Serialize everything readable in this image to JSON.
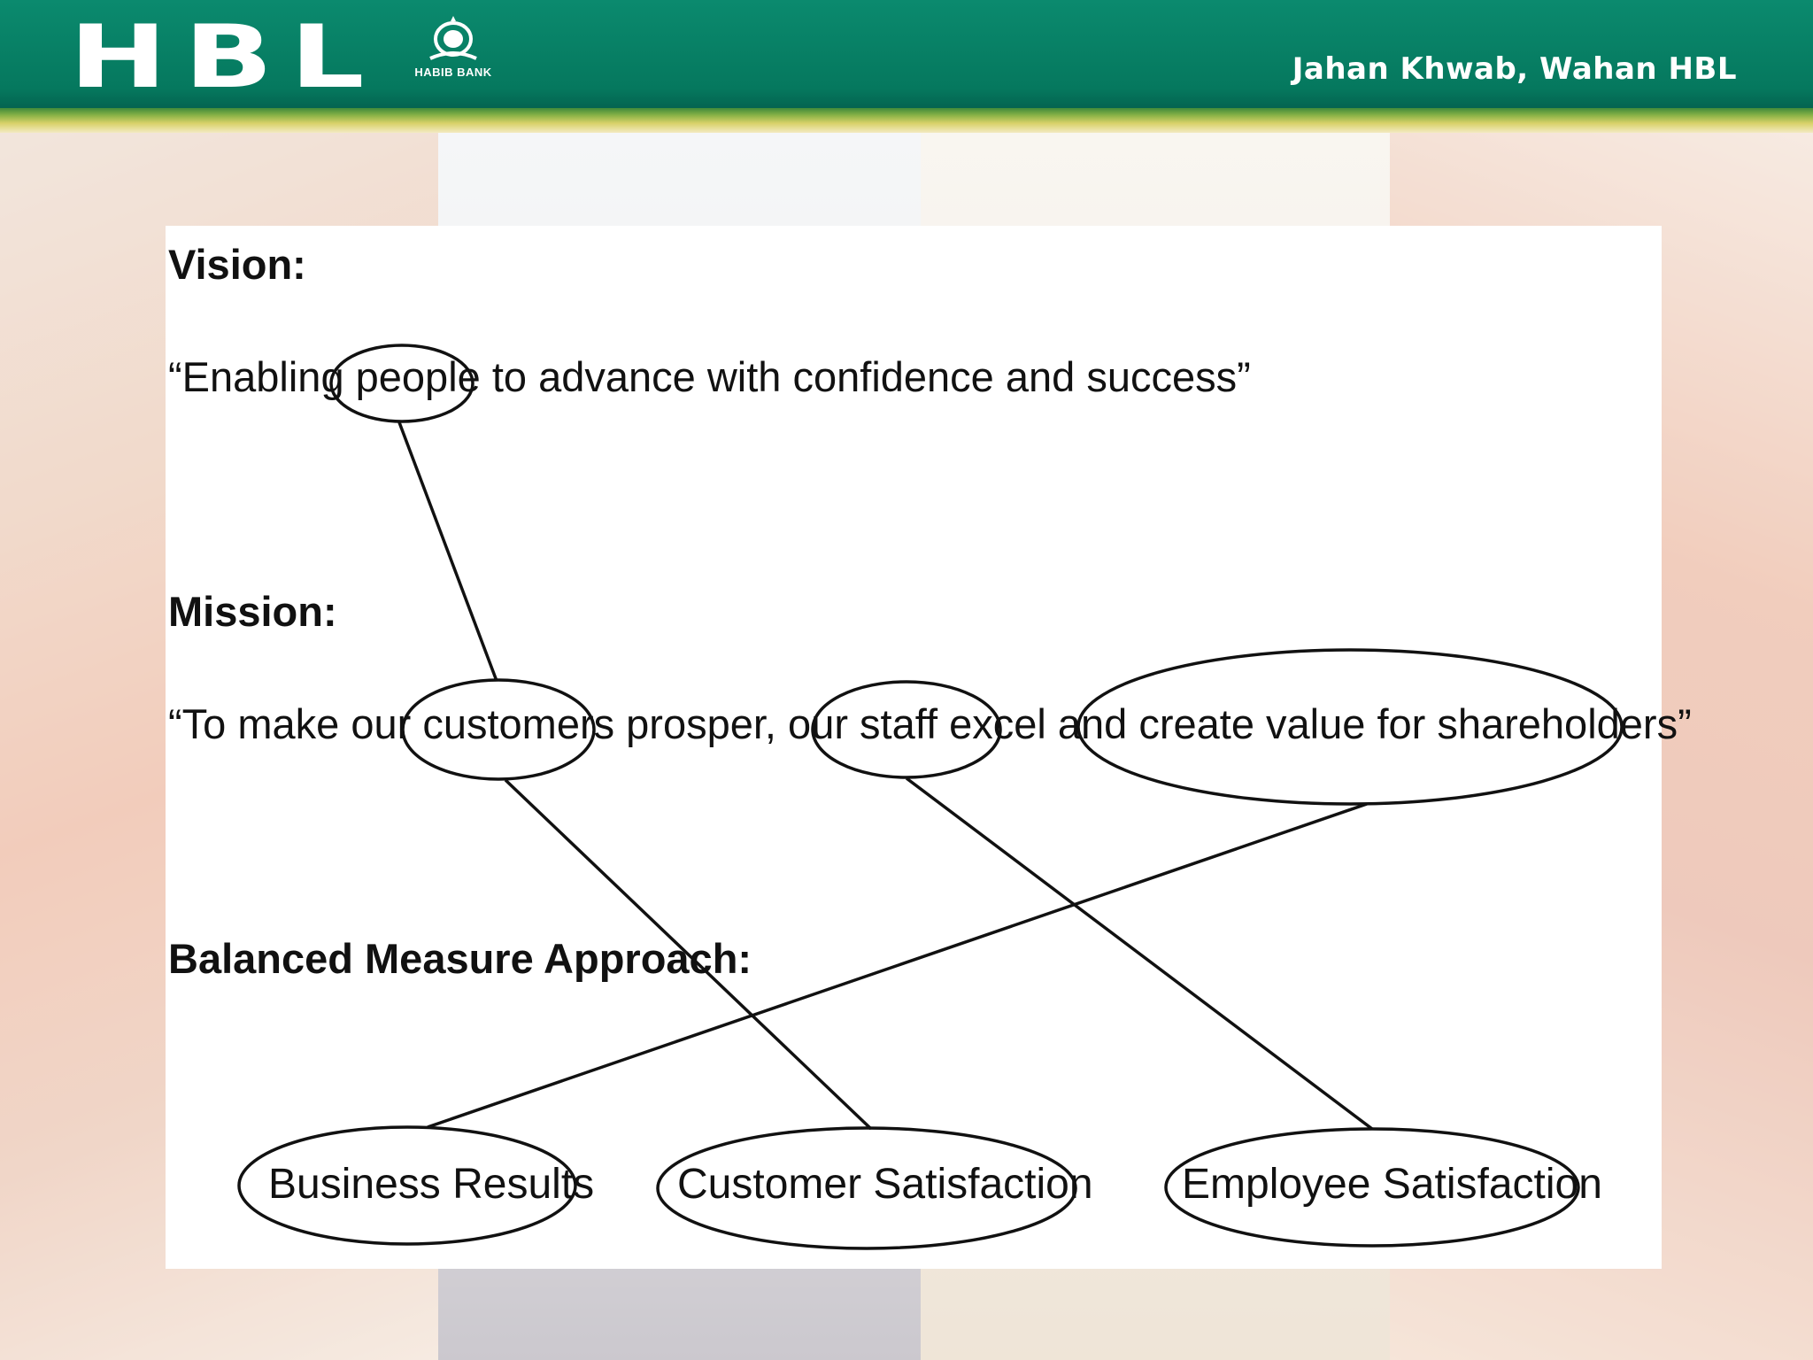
{
  "header": {
    "logo": "HBL",
    "emblem_text": "HABIB BANK",
    "tagline": "Jahan Khwab, Wahan HBL"
  },
  "diagram": {
    "vision_label": "Vision:",
    "vision_statement": {
      "before": "“Enabling ",
      "highlight": "people",
      "after": " to advance with confidence and success”"
    },
    "mission_label": "Mission:",
    "mission_statement": {
      "part1": "“To make our ",
      "customers": "customers",
      "part2": " prosper, our ",
      "staff": "staff excel",
      "part3": " and ",
      "value": "create value for shareholders”"
    },
    "approach_label": "Balanced Measure Approach:",
    "measures": [
      "Business Results",
      "Customer Satisfaction",
      "Employee Satisfaction"
    ],
    "connections": [
      [
        "people",
        "customers"
      ],
      [
        "customers",
        "Customer Satisfaction"
      ],
      [
        "staff excel",
        "Employee Satisfaction"
      ],
      [
        "create value for shareholders",
        "Business Results"
      ]
    ]
  },
  "colors": {
    "header_green": "#05785e",
    "ink": "#111111"
  }
}
